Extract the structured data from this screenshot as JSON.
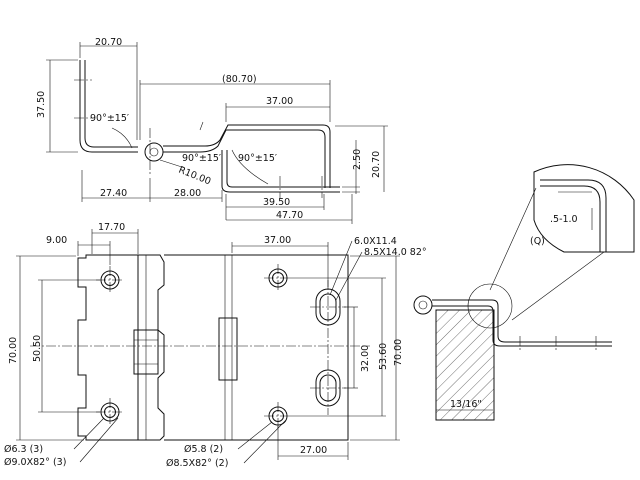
{
  "top_view": {
    "dim_20_70_top": "20.70",
    "dim_37_50": "37.50",
    "dim_80_70": "(80.70)",
    "dim_37_00_top": "37.00",
    "angle_left": "90°±15′",
    "angle_mid": "90°±15′",
    "angle_right": "90°±15′",
    "radius": "R10.00",
    "dim_2_50": "2.50",
    "dim_20_70_right": "20.70",
    "dim_27_40": "27.40",
    "dim_28_00": "28.00",
    "dim_39_50": "39.50",
    "dim_47_70": "47.70"
  },
  "front_view": {
    "dim_17_70": "17.70",
    "dim_9_00": "9.00",
    "dim_37_00": "37.00",
    "slot_small": "6.0X11.4",
    "slot_large": "8.5X14.0  82°",
    "dim_70_00_left": "70.00",
    "dim_50_50": "50.50",
    "dim_32_00": "32.00",
    "dim_53_60": "53.60",
    "dim_70_00_right": "70.00",
    "hole_left_a": "Ø6.3  (3)",
    "hole_left_b": "Ø9.0X82°  (3)",
    "hole_right_a": "Ø5.8  (2)",
    "hole_right_b": "Ø8.5X82°  (2)",
    "dim_27_00": "27.00"
  },
  "detail_view": {
    "dim_5_10": ".5-1.0",
    "label_q": "(Q)",
    "dim_13_16": "13/16\""
  }
}
